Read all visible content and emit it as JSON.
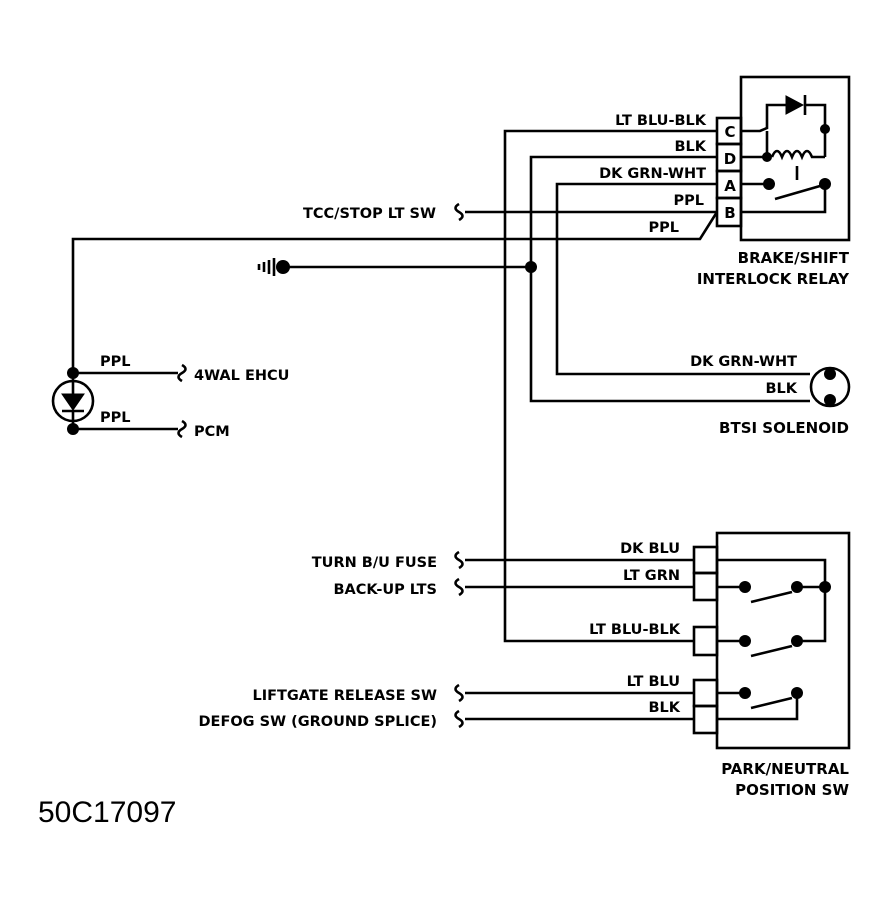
{
  "diagram": {
    "reference_code": "50C17097",
    "components": {
      "relay": {
        "title_line1": "BRAKE/SHIFT",
        "title_line2": "INTERLOCK RELAY",
        "pins": [
          "C",
          "D",
          "A",
          "B"
        ]
      },
      "solenoid": {
        "title": "BTSI SOLENOID"
      },
      "park_switch": {
        "title_line1": "PARK/NEUTRAL",
        "title_line2": "POSITION SW"
      }
    },
    "wire_labels": {
      "relay_c": "LT BLU-BLK",
      "relay_d": "BLK",
      "relay_a": "DK GRN-WHT",
      "relay_b_upper": "PPL",
      "relay_b_lower": "PPL",
      "solenoid_top": "DK GRN-WHT",
      "solenoid_bottom": "BLK",
      "diode_top": "PPL",
      "diode_bottom": "PPL",
      "sw_1": "DK BLU",
      "sw_2": "LT GRN",
      "sw_3": "LT BLU-BLK",
      "sw_4": "LT BLU",
      "sw_5": "BLK"
    },
    "connections": {
      "tcc_stop": "TCC/STOP LT SW",
      "ehcu": "4WAL EHCU",
      "pcm": "PCM",
      "turn_fuse": "TURN B/U FUSE",
      "backup_lts": "BACK-UP LTS",
      "liftgate": "LIFTGATE RELEASE SW",
      "defog": "DEFOG SW (GROUND SPLICE)"
    }
  }
}
